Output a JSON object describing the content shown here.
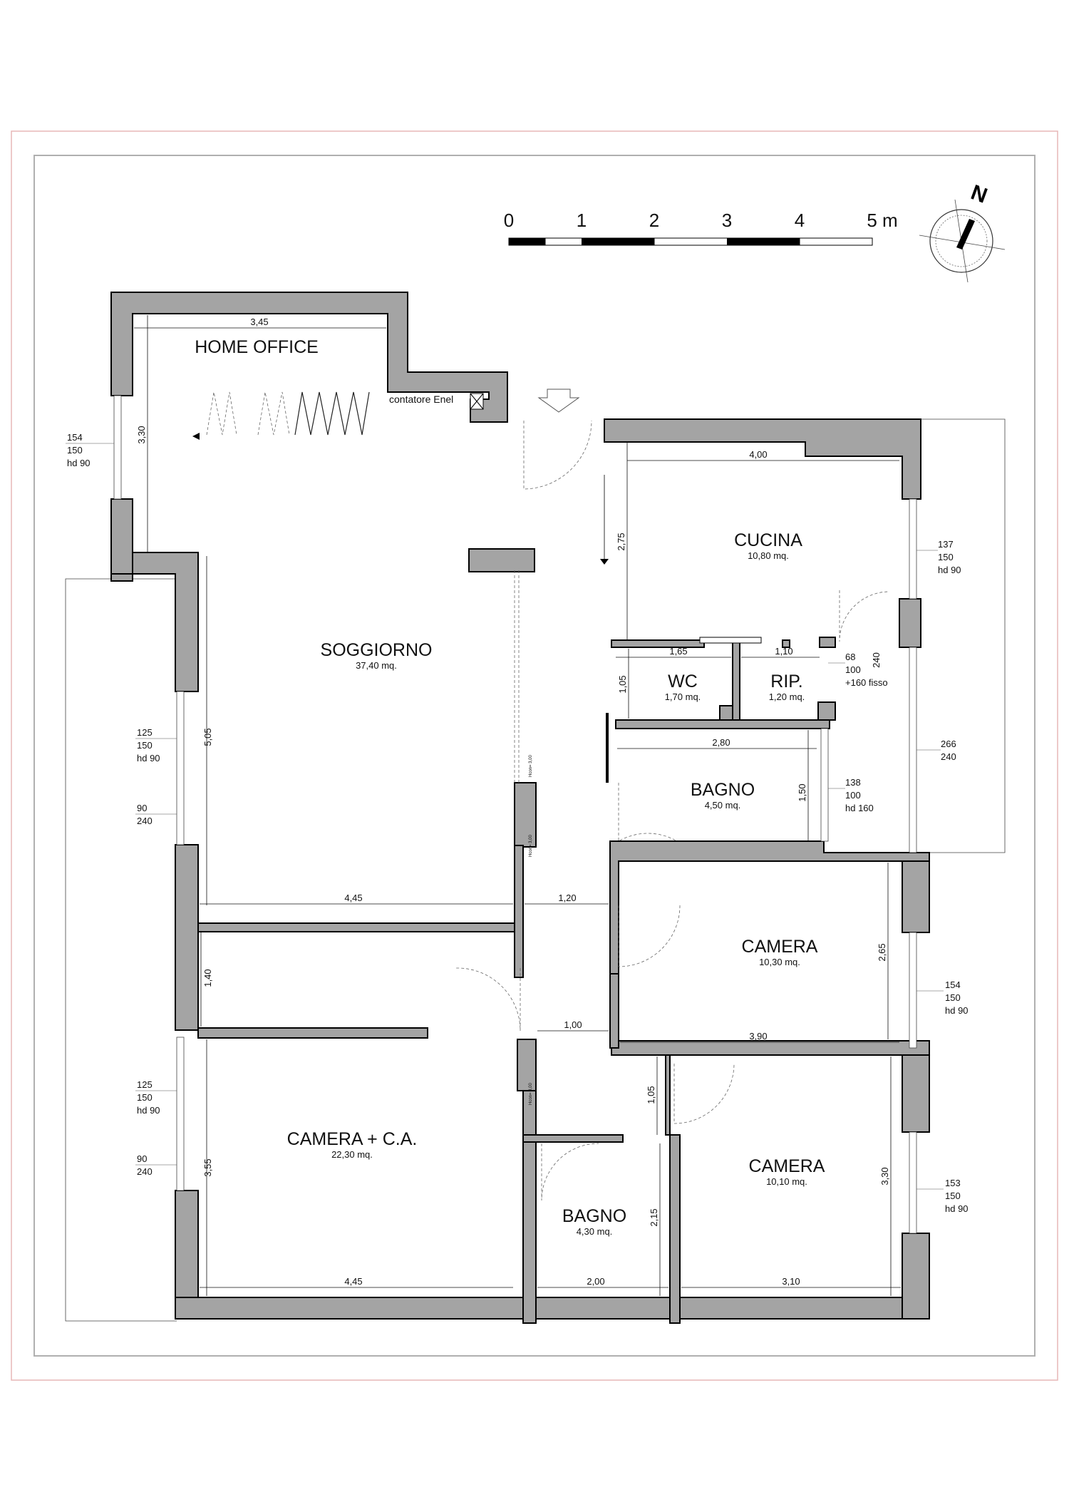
{
  "scale_bar": {
    "labels": [
      "0",
      "1",
      "2",
      "3",
      "4",
      "5 m"
    ]
  },
  "north": {
    "label": "N"
  },
  "note": {
    "contatore": "contatore Enel"
  },
  "rooms": {
    "home_office": {
      "name": "HOME OFFICE"
    },
    "soggiorno": {
      "name": "SOGGIORNO",
      "area": "37,40 mq."
    },
    "cucina": {
      "name": "CUCINA",
      "area": "10,80 mq."
    },
    "wc": {
      "name": "WC",
      "area": "1,70 mq."
    },
    "rip": {
      "name": "RIP.",
      "area": "1,20 mq."
    },
    "bagno1": {
      "name": "BAGNO",
      "area": "4,50 mq."
    },
    "camera1": {
      "name": "CAMERA",
      "area": "10,30 mq."
    },
    "camera_ca": {
      "name": "CAMERA + C.A.",
      "area": "22,30 mq."
    },
    "bagno2": {
      "name": "BAGNO",
      "area": "4,30 mq."
    },
    "camera2": {
      "name": "CAMERA",
      "area": "10,10 mq."
    }
  },
  "dimensions": {
    "d345": "3,45",
    "d330a": "3,30",
    "d400": "4,00",
    "d275": "2,75",
    "d165": "1,65",
    "d110": "1,10",
    "d105a": "1,05",
    "d280": "2,80",
    "d150": "1,50",
    "d505": "5,05",
    "d445a": "4,45",
    "d120": "1,20",
    "d265": "2,65",
    "d140": "1,40",
    "d100": "1,00",
    "d390": "3,90",
    "d105b": "1,05",
    "d355": "3,55",
    "d215": "2,15",
    "d330b": "3,30",
    "d445b": "4,45",
    "d200": "2,00",
    "d310": "3,10"
  },
  "windows": {
    "w_home": [
      "154",
      "150",
      "hd 90"
    ],
    "w_cucina": [
      "137",
      "150",
      "hd 90"
    ],
    "w_rip": [
      "68",
      "100",
      "+160 fisso"
    ],
    "w_rip_v": "240",
    "w_balcony": [
      "266",
      "240"
    ],
    "w_bagno": [
      "138",
      "100",
      "hd 160"
    ],
    "w_sogg1": [
      "125",
      "150",
      "hd 90"
    ],
    "w_sogg2": [
      "90",
      "240"
    ],
    "w_cam1": [
      "154",
      "150",
      "hd 90"
    ],
    "w_ca1": [
      "125",
      "150",
      "hd 90"
    ],
    "w_ca2": [
      "90",
      "240"
    ],
    "w_cam2": [
      "153",
      "150",
      "hd 90"
    ]
  },
  "heights": {
    "h1": "Hcon= 3,00",
    "h2": "Hcon= 3,00",
    "h3": "Hcon= 3,00"
  }
}
